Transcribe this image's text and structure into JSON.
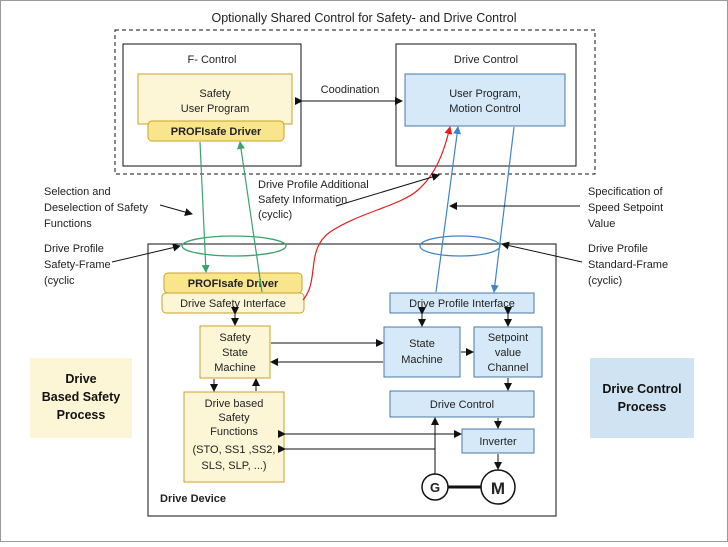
{
  "title": "Optionally Shared Control for Safety- and Drive Control",
  "colors": {
    "yellow_fill": "#fdf6d6",
    "yellow_dark": "#f9e58c",
    "yellow_stroke": "#c9a227",
    "blue_fill": "#d6e9f8",
    "blue_stroke": "#4a78a8",
    "green_line": "#3aa36c",
    "red_line": "#e02020",
    "blue_line": "#3f86c8",
    "ellipse_green": "#3aa36c",
    "ellipse_blue": "#3f86c8",
    "safety_process_bg": "#fdf6d6",
    "drive_process_bg": "#cfe3f3"
  },
  "f_control": {
    "title": "F- Control",
    "program_line1": "Safety",
    "program_line2": "User Program",
    "driver": "PROFIsafe Driver"
  },
  "drive_control_top": {
    "title": "Drive Control",
    "program_line1": "User Program,",
    "program_line2": "Motion Control"
  },
  "coordination_label": "Coodination",
  "annotations": {
    "selection_line1": "Selection and",
    "selection_line2": "Deselection of Safety",
    "selection_line3": "Functions",
    "additional_line1": "Drive Profile Additional",
    "additional_line2": "Safety  Information",
    "additional_line3": "(cyclic)",
    "setpoint_line1": "Specification of",
    "setpoint_line2": "Speed Setpoint",
    "setpoint_line3": "Value",
    "safety_frame_line1": "Drive Profile",
    "safety_frame_line2": "Safety-Frame",
    "safety_frame_line3": "(cyclic",
    "standard_frame_line1": "Drive Profile",
    "standard_frame_line2": "Standard-Frame",
    "standard_frame_line3": "(cyclic)"
  },
  "drive_device": {
    "label": "Drive Device",
    "profisafe_driver": "PROFIsafe Driver",
    "safety_interface": "Drive Safety Interface",
    "profile_interface": "Drive Profile Interface",
    "safety_state_line1": "Safety",
    "safety_state_line2": "State",
    "safety_state_line3": "Machine",
    "state_machine_line1": "State",
    "state_machine_line2": "Machine",
    "setpoint_line1": "Setpoint",
    "setpoint_line2": "value",
    "setpoint_line3": "Channel",
    "functions_line1": "Drive based",
    "functions_line2": "Safety",
    "functions_line3": "Functions",
    "functions_line4": "(STO, SS1 ,SS2,",
    "functions_line5": "SLS, SLP, ...)",
    "drive_control": "Drive Control",
    "inverter": "Inverter",
    "generator": "G",
    "motor": "M"
  },
  "side_labels": {
    "safety_process_line1": "Drive",
    "safety_process_line2": "Based Safety",
    "safety_process_line3": "Process",
    "drive_process_line1": "Drive Control",
    "drive_process_line2": "Process"
  }
}
